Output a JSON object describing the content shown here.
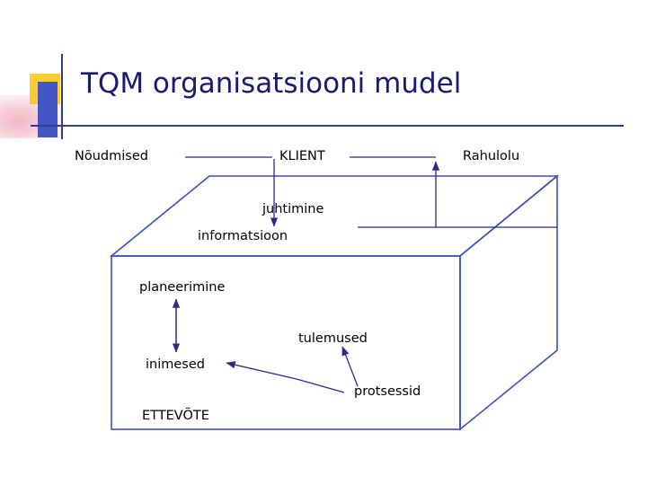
{
  "slide": {
    "title": "TQM organisatsiooni mudel",
    "title_color": "#1a1a6e",
    "background": "#ffffff",
    "line_color": "#3a4fc0",
    "arrow_color": "#2a2a8c"
  },
  "labels": {
    "noudmised": "Nõudmised",
    "klient": "KLIENT",
    "rahulolu": "Rahulolu",
    "juhtimine": "juhtimine",
    "informatsioon": "informatsioon",
    "planeerimine": "planeerimine",
    "tulemused": "tulemused",
    "inimesed": "inimesed",
    "protsessid": "protsessid",
    "ettevote": "ETTEVÕTE"
  },
  "diagram": {
    "type": "3d-box-model",
    "shape": "cuboid",
    "inputs": [
      "Nõudmised"
    ],
    "outputs": [
      "Rahulolu"
    ],
    "top_node": "KLIENT",
    "inner_nodes": [
      "juhtimine",
      "informatsioon",
      "planeerimine",
      "tulemused",
      "inimesed",
      "protsessid"
    ],
    "container_label": "ETTEVÕTE"
  }
}
